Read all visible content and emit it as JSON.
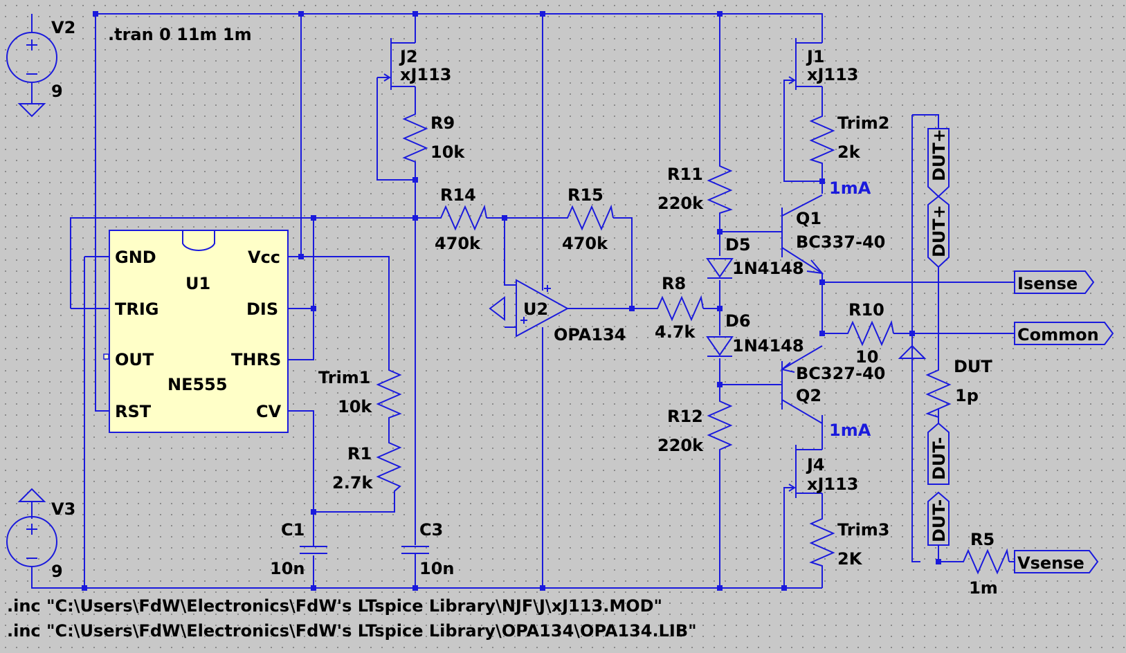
{
  "colors": {
    "background": "#c8c8c8",
    "wire": "#1a1adc",
    "text": "#000000",
    "ic_fill": "#ffffc8"
  },
  "directive_tran": ".tran 0 11m 1m",
  "includes": [
    ".inc \"C:\\Users\\FdW\\Electronics\\FdW's LTspice Library\\NJF\\J\\xJ113.MOD\"",
    ".inc \"C:\\Users\\FdW\\Electronics\\FdW's LTspice Library\\OPA134\\OPA134.LIB\""
  ],
  "sources": {
    "v2": {
      "name": "V2",
      "value": "9"
    },
    "v3": {
      "name": "V3",
      "value": "9"
    }
  },
  "u1": {
    "name": "U1",
    "model": "NE555",
    "pins": {
      "gnd": "GND",
      "vcc": "Vcc",
      "trig": "TRIG",
      "dis": "DIS",
      "out": "OUT",
      "thrs": "THRS",
      "rst": "RST",
      "cv": "CV"
    }
  },
  "u2": {
    "name": "U2",
    "model": "OPA134"
  },
  "jfets": {
    "j1": {
      "name": "J1",
      "model": "xJ113"
    },
    "j2": {
      "name": "J2",
      "model": "xJ113"
    },
    "j4": {
      "name": "J4",
      "model": "xJ113"
    }
  },
  "transistors": {
    "q1": {
      "name": "Q1",
      "model": "BC337-40"
    },
    "q2": {
      "name": "Q2",
      "model": "BC327-40"
    }
  },
  "diodes": {
    "d5": {
      "name": "D5",
      "model": "1N4148"
    },
    "d6": {
      "name": "D6",
      "model": "1N4148"
    }
  },
  "resistors": {
    "r9": {
      "name": "R9",
      "value": "10k"
    },
    "r14": {
      "name": "R14",
      "value": "470k"
    },
    "r15": {
      "name": "R15",
      "value": "470k"
    },
    "r11": {
      "name": "R11",
      "value": "220k"
    },
    "r12": {
      "name": "R12",
      "value": "220k"
    },
    "r8": {
      "name": "R8",
      "value": "4.7k"
    },
    "r10": {
      "name": "R10",
      "value": "10"
    },
    "r1": {
      "name": "R1",
      "value": "2.7k"
    },
    "r5": {
      "name": "R5",
      "value": "1m"
    },
    "trim1": {
      "name": "Trim1",
      "value": "10k"
    },
    "trim2": {
      "name": "Trim2",
      "value": "2k"
    },
    "trim3": {
      "name": "Trim3",
      "value": "2K"
    },
    "dut": {
      "name": "DUT",
      "value": "1p"
    }
  },
  "capacitors": {
    "c1": {
      "name": "C1",
      "value": "10n"
    },
    "c3": {
      "name": "C3",
      "value": "10n"
    }
  },
  "net_labels": {
    "current_top": "1mA",
    "current_bottom": "1mA",
    "isense": "Isense",
    "common": "Common",
    "vsense": "Vsense",
    "dut_plus": "DUT+",
    "dut_minus": "DUT-"
  }
}
